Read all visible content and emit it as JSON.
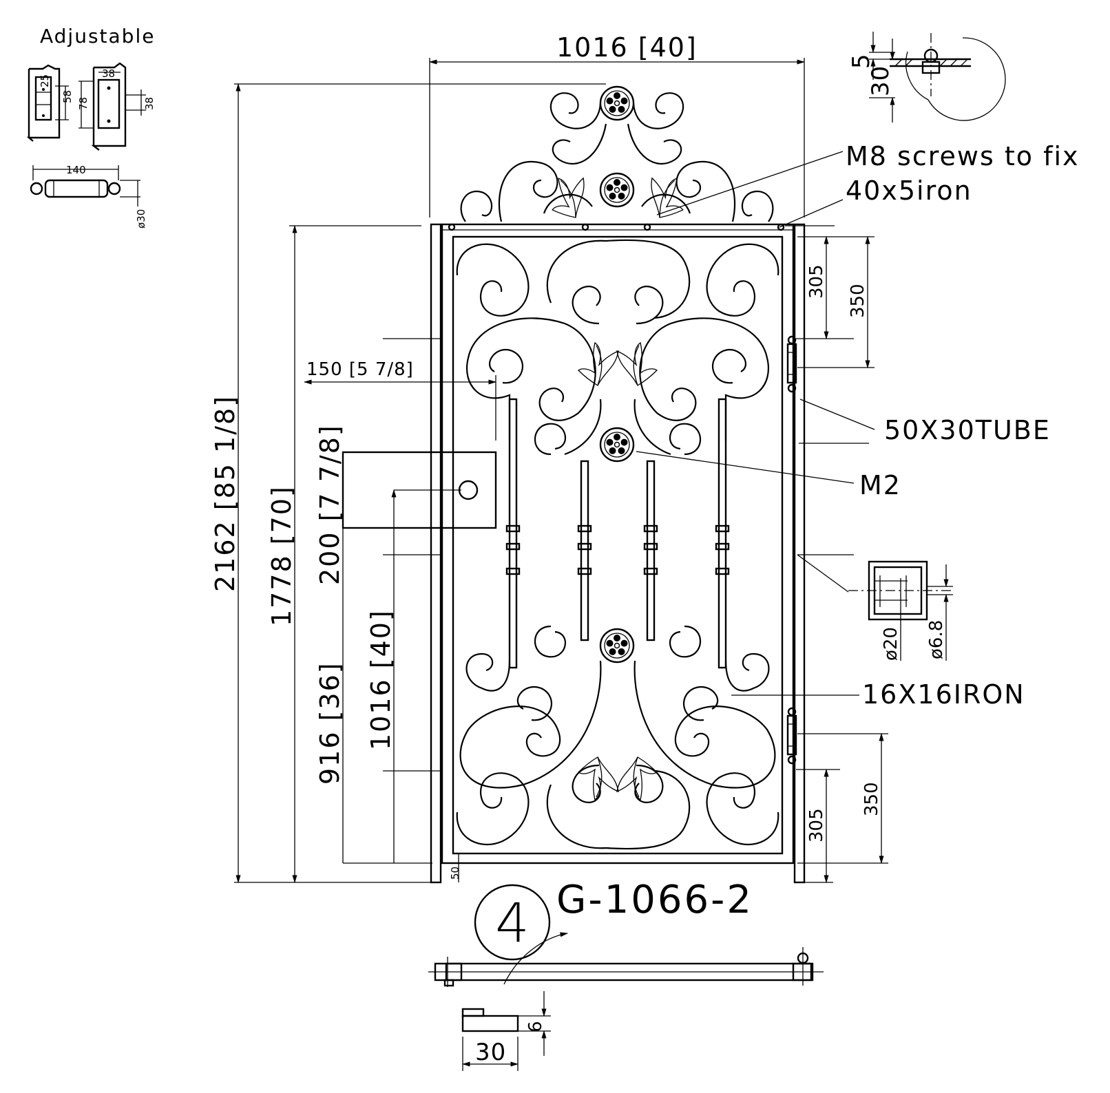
{
  "drawing": {
    "model_code": "G-1066-2",
    "detail_number": "4"
  },
  "labels": {
    "adjustable": "Adjustable",
    "m8_screws": "M8 screws to fix",
    "iron_40x5": "40x5iron",
    "tube_50x30": "50X30TUBE",
    "m2": "M2",
    "iron_16x16": "16X16IRON"
  },
  "dimensions": {
    "width": "1016 [40]",
    "total_height": "2162 [85 1/8]",
    "frame_height": "1778 [70]",
    "handle_offset": "150 [5 7/8]",
    "plate_height": "200 [7 7/8]",
    "lock_height": "1016 [40]",
    "plate_bottom": "916 [36]",
    "hinge_top_305": "305",
    "hinge_top_350": "350",
    "hinge_bottom_305": "305",
    "hinge_bottom_350": "350",
    "ground_gap": "50",
    "pin_5": "5",
    "pin_30": "30",
    "bolt_d20": "ø20",
    "bolt_d6_8": "ø6.8",
    "stop_30": "30",
    "stop_6": "6",
    "hinge_38_top": "38",
    "hinge_58": "58",
    "hinge_25": "25",
    "hinge_78": "78",
    "hinge_38_side": "38",
    "hinge_140": "140",
    "hinge_d30": "ø30"
  }
}
